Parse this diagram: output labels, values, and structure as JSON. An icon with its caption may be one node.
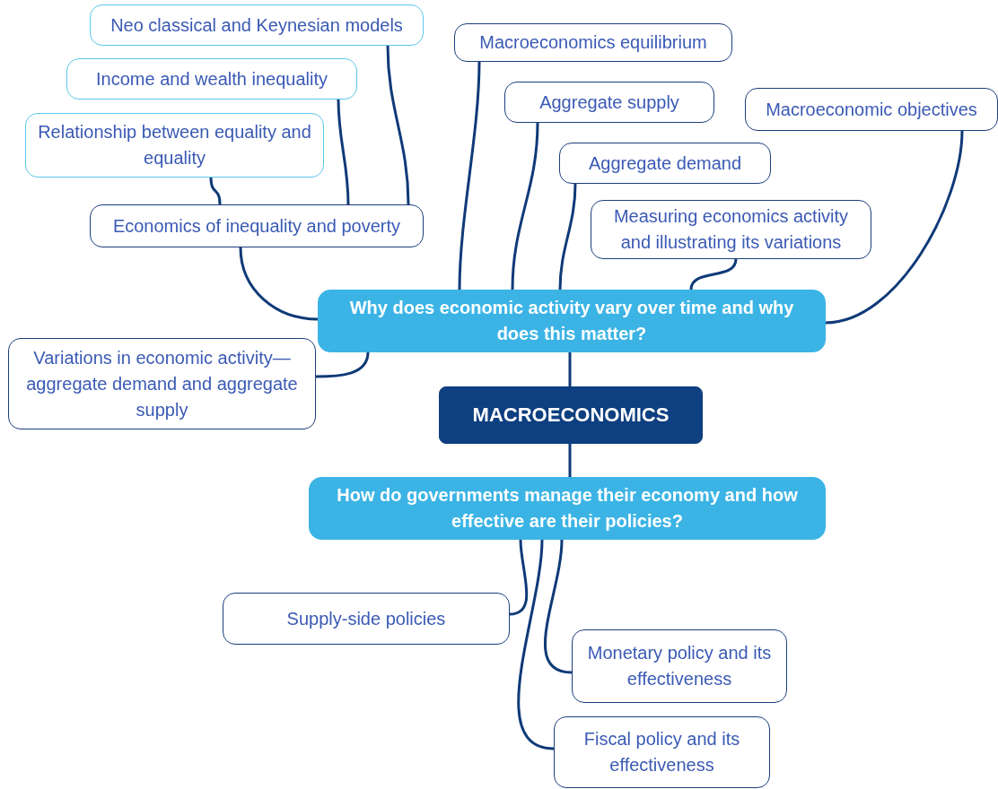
{
  "diagram": {
    "nodes": [
      {
        "text": [
          "Neo classical and Keynesian models"
        ]
      },
      {
        "text": [
          "Income and wealth inequality"
        ]
      },
      {
        "text": [
          "Relationship between equality and equality"
        ]
      },
      {
        "text": [
          "Economics of inequality and poverty"
        ]
      },
      {
        "text": [
          "Macroeconomics equilibrium"
        ]
      },
      {
        "text": [
          "Aggregate supply"
        ]
      },
      {
        "text": [
          "Macroeconomic objectives"
        ]
      },
      {
        "text": [
          "Aggregate demand"
        ]
      },
      {
        "text": [
          "Measuring economics activity and illustrating its variations"
        ]
      },
      {
        "text": [
          "Why does economic activity vary over time and why does this matter?"
        ]
      },
      {
        "text": [
          "Variations in economic activity— aggregate demand and aggregate supply"
        ]
      },
      {
        "text": [
          "MACROECONOMICS"
        ]
      },
      {
        "text": [
          "How do governments manage their economy and how effective are their policies?"
        ]
      },
      {
        "text": [
          "Supply-side policies"
        ]
      },
      {
        "text": [
          "Monetary policy and its effectiveness"
        ]
      },
      {
        "text": [
          "Fiscal policy and its effectiveness"
        ]
      }
    ],
    "edges": [
      {
        "from": 3,
        "to": 0,
        "arrow": "none"
      },
      {
        "from": 3,
        "to": 1,
        "arrow": "none"
      },
      {
        "from": 3,
        "to": 2,
        "arrow": "none"
      },
      {
        "from": 9,
        "to": 3,
        "arrow": "none"
      },
      {
        "from": 9,
        "to": 4,
        "arrow": "none"
      },
      {
        "from": 9,
        "to": 5,
        "arrow": "none"
      },
      {
        "from": 9,
        "to": 7,
        "arrow": "none"
      },
      {
        "from": 9,
        "to": 8,
        "arrow": "none"
      },
      {
        "from": 9,
        "to": 6,
        "arrow": "none"
      },
      {
        "from": 9,
        "to": 10,
        "arrow": "none"
      },
      {
        "from": 11,
        "to": 9,
        "arrow": "none"
      },
      {
        "from": 11,
        "to": 12,
        "arrow": "none"
      },
      {
        "from": 12,
        "to": 13,
        "arrow": "none"
      },
      {
        "from": 12,
        "to": 14,
        "arrow": "none"
      },
      {
        "from": 12,
        "to": 15,
        "arrow": "none"
      }
    ]
  }
}
